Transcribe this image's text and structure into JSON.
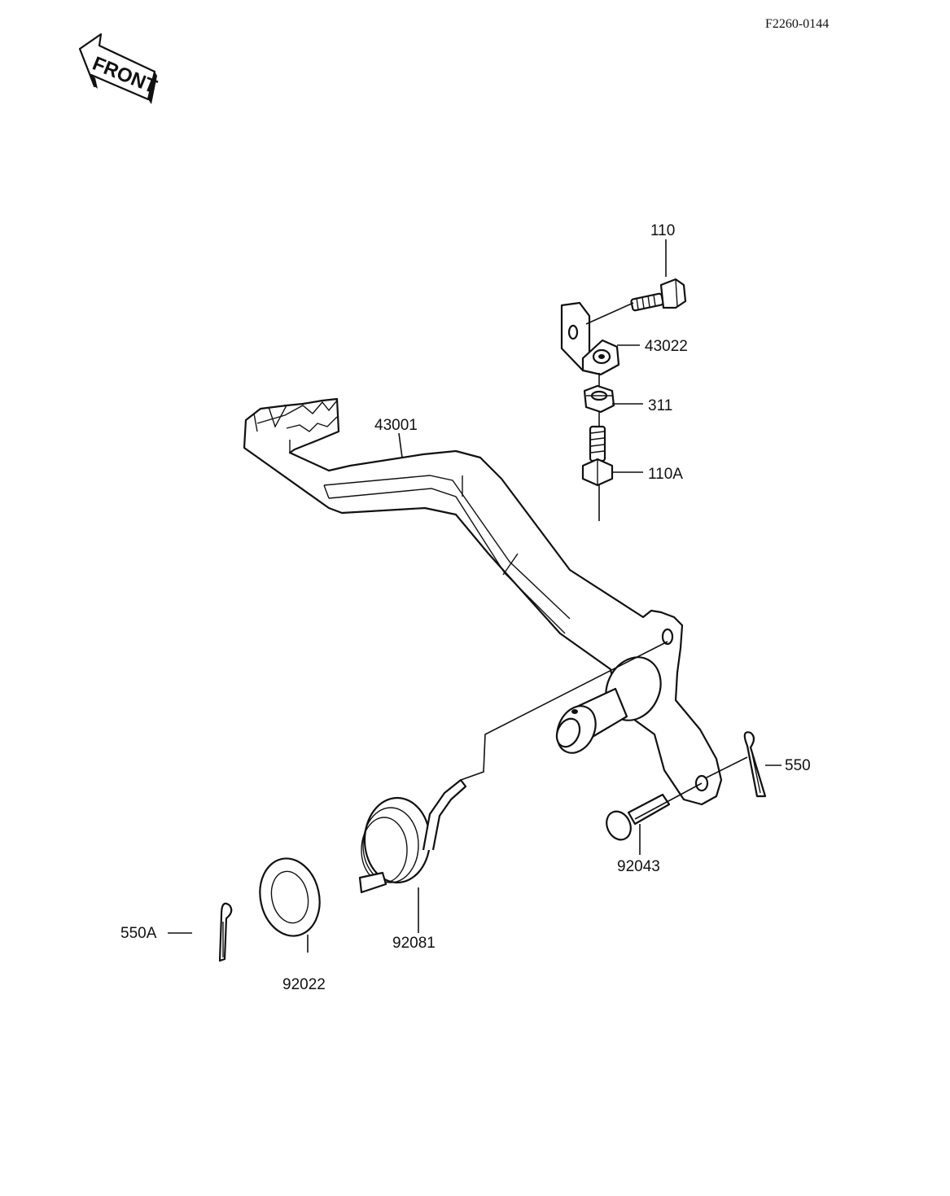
{
  "drawing_code": "F2260-0144",
  "front_badge": "FRONT",
  "parts": {
    "p110": "110",
    "p43022": "43022",
    "p311": "311",
    "p110A": "110A",
    "p43001": "43001",
    "p550": "550",
    "p92043": "92043",
    "p92081": "92081",
    "p550A": "550A",
    "p92022": "92022"
  }
}
